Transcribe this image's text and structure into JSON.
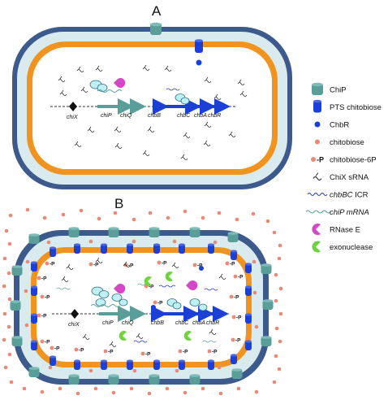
{
  "panels": [
    {
      "label": "A"
    },
    {
      "label": "B"
    }
  ],
  "genes": {
    "chix": "chiX",
    "chip": "chiP",
    "chiq": "chiQ",
    "chbb": "chbB",
    "chbc": "chbC",
    "chba": "chbA",
    "chbr": "chbR"
  },
  "phospho_label": "-P",
  "legend": [
    {
      "key": "chip",
      "label": "ChiP",
      "icon": "chip-channel-icon",
      "italic": false
    },
    {
      "key": "pts",
      "label": "PTS chitobiose",
      "icon": "pts-transporter-icon",
      "italic": false
    },
    {
      "key": "chbr",
      "label": "ChbR",
      "icon": "chbr-dot-icon",
      "italic": false
    },
    {
      "key": "chitobiose",
      "label": "chitobiose",
      "icon": "chitobiose-dot-icon",
      "italic": false
    },
    {
      "key": "chitobiose6p",
      "label": "chitobiose-6P",
      "icon": "phosphorylated-chitobiose-icon",
      "italic": false
    },
    {
      "key": "chix",
      "label": "ChiX sRNA",
      "icon": "srna-hairpin-icon",
      "italic": false
    },
    {
      "key": "icr",
      "label": "chbBC ICR",
      "italic_part": "chbBC",
      "plain_part": " ICR",
      "icon": "icr-wave-icon",
      "italic": false
    },
    {
      "key": "mrna",
      "label": "chiP mRNA",
      "icon": "mrna-wave-icon",
      "italic": true
    },
    {
      "key": "rnase",
      "label": "RNase E",
      "icon": "rnase-e-icon",
      "italic": false
    },
    {
      "key": "exo",
      "label": "exonuclease",
      "icon": "exonuclease-icon",
      "italic": false
    }
  ],
  "colors": {
    "outer_membrane": "#3d5a8c",
    "periplasm": "#d9ebee",
    "inner_membrane": "#f0941f",
    "chip": "#5a9e9a",
    "pts": "#1c3fd6",
    "chbr": "#1c3fd6",
    "chitobiose": "#e98a78",
    "rnase_e": "#d646c8",
    "exonuclease": "#6fd33e",
    "mrna_wave": "#5aa29c",
    "icr_wave": "#2233cc"
  }
}
